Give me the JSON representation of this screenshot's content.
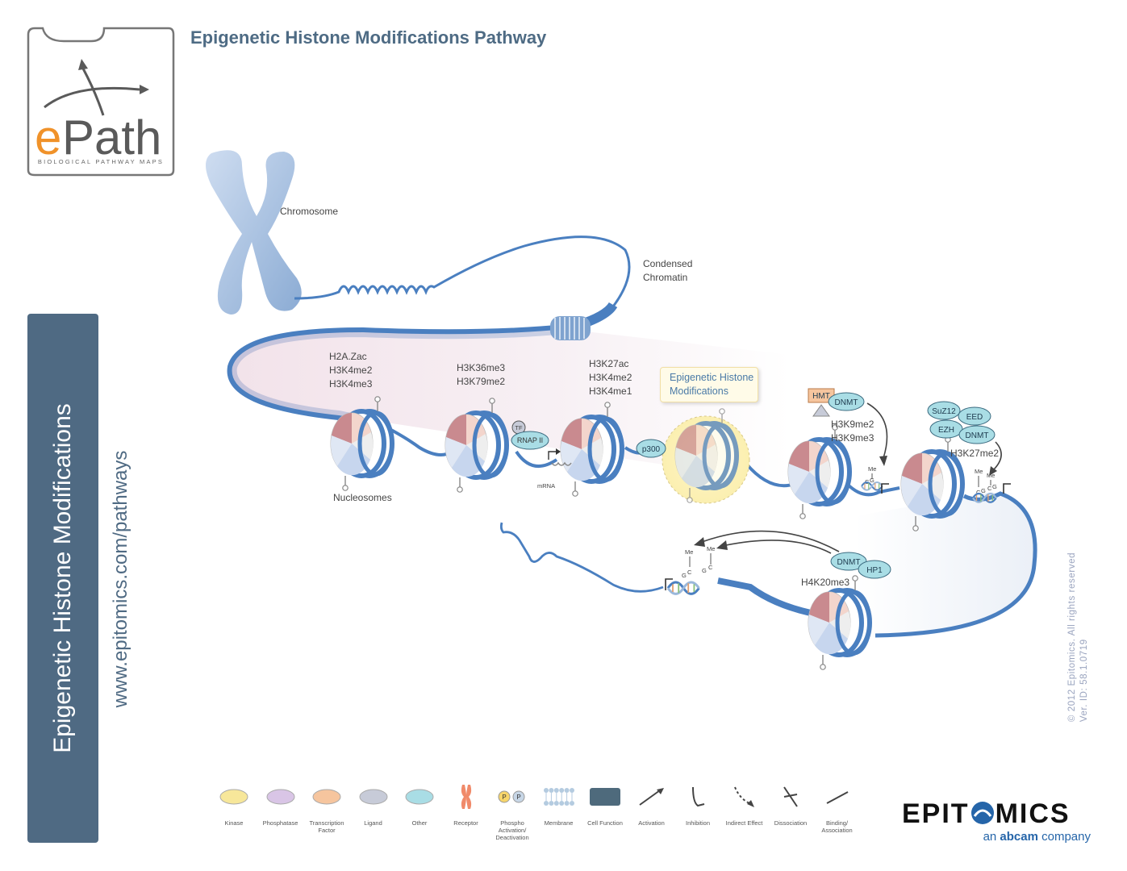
{
  "title": "Epigenetic Histone Modifications Pathway",
  "logo": {
    "word_left": "e",
    "word_right": "Path",
    "subtitle": "BIOLOGICAL PATHWAY MAPS"
  },
  "sidebar": {
    "title": "Epigenetic Histone Modifications",
    "url": "www.epitomics.com/pathways"
  },
  "copyright": {
    "line1": "© 2012 Epitomics. All rights reserved",
    "line2": "Ver. ID: 58.1.0719"
  },
  "diagram": {
    "chromosome_label": "Chromosome",
    "condensed_label_1": "Condensed",
    "condensed_label_2": "Chromatin",
    "nucleosomes_label": "Nucleosomes",
    "mod_group_1": [
      "H2A.Zac",
      "H3K4me2",
      "H3K4me3"
    ],
    "mod_group_2": [
      "H3K36me3",
      "H3K79me2"
    ],
    "mod_group_3": [
      "H3K27ac",
      "H3K4me2",
      "H3K4me1"
    ],
    "mod_group_4": [
      "H3K9me2",
      "H3K9me3"
    ],
    "mod_group_5": [
      "H3K27me2"
    ],
    "mod_group_6": [
      "H4K20me3"
    ],
    "callout": [
      "Epigenetic Histone",
      "Modifications"
    ],
    "proteins": {
      "tf": "TF",
      "rnap": "RNAP II",
      "p300": "p300",
      "hmt": "HMT",
      "dnmt": "DNMT",
      "suz12": "SuZ12",
      "eed": "EED",
      "ezh": "EZH",
      "hp1": "HP1"
    },
    "mrna_label": "mRNA",
    "me_label": "Me",
    "c_label": "C",
    "g_label": "G"
  },
  "legend": {
    "items": [
      {
        "label": "Kinase",
        "icon": "oval",
        "color": "#f7e79a"
      },
      {
        "label": "Phosphatase",
        "icon": "oval",
        "color": "#d9c5e6"
      },
      {
        "label": "Transcription Factor",
        "icon": "oval",
        "color": "#f6c59e"
      },
      {
        "label": "Ligand",
        "icon": "oval",
        "color": "#c7cbd8"
      },
      {
        "label": "Other",
        "icon": "oval",
        "color": "#a9dde5"
      },
      {
        "label": "Receptor",
        "icon": "receptor",
        "color": "#f08a6a"
      },
      {
        "label": "Phospho Activation/ Deactivation",
        "icon": "phospho",
        "color": "#f7d56a"
      },
      {
        "label": "Membrane",
        "icon": "membrane",
        "color": "#b4cbe0"
      },
      {
        "label": "Cell Function",
        "icon": "box",
        "color": "#4e6a7c"
      },
      {
        "label": "Activation",
        "icon": "activation-arrow",
        "color": "#444444"
      },
      {
        "label": "Inhibition",
        "icon": "inhibition",
        "color": "#444444"
      },
      {
        "label": "Indirect Effect",
        "icon": "indirect-arrow",
        "color": "#444444"
      },
      {
        "label": "Dissociation",
        "icon": "dissociation",
        "color": "#444444"
      },
      {
        "label": "Binding/ Association",
        "icon": "binding",
        "color": "#444444"
      }
    ],
    "phospho_letter": "P"
  },
  "brand": {
    "name_left": "EPIT",
    "name_right": "MICS",
    "tag_prefix": "an ",
    "tag_bold": "abcam",
    "tag_suffix": " company"
  },
  "colors": {
    "accent": "#4f6a83",
    "dna": "#4a7fc0",
    "orange": "#f0922a"
  }
}
